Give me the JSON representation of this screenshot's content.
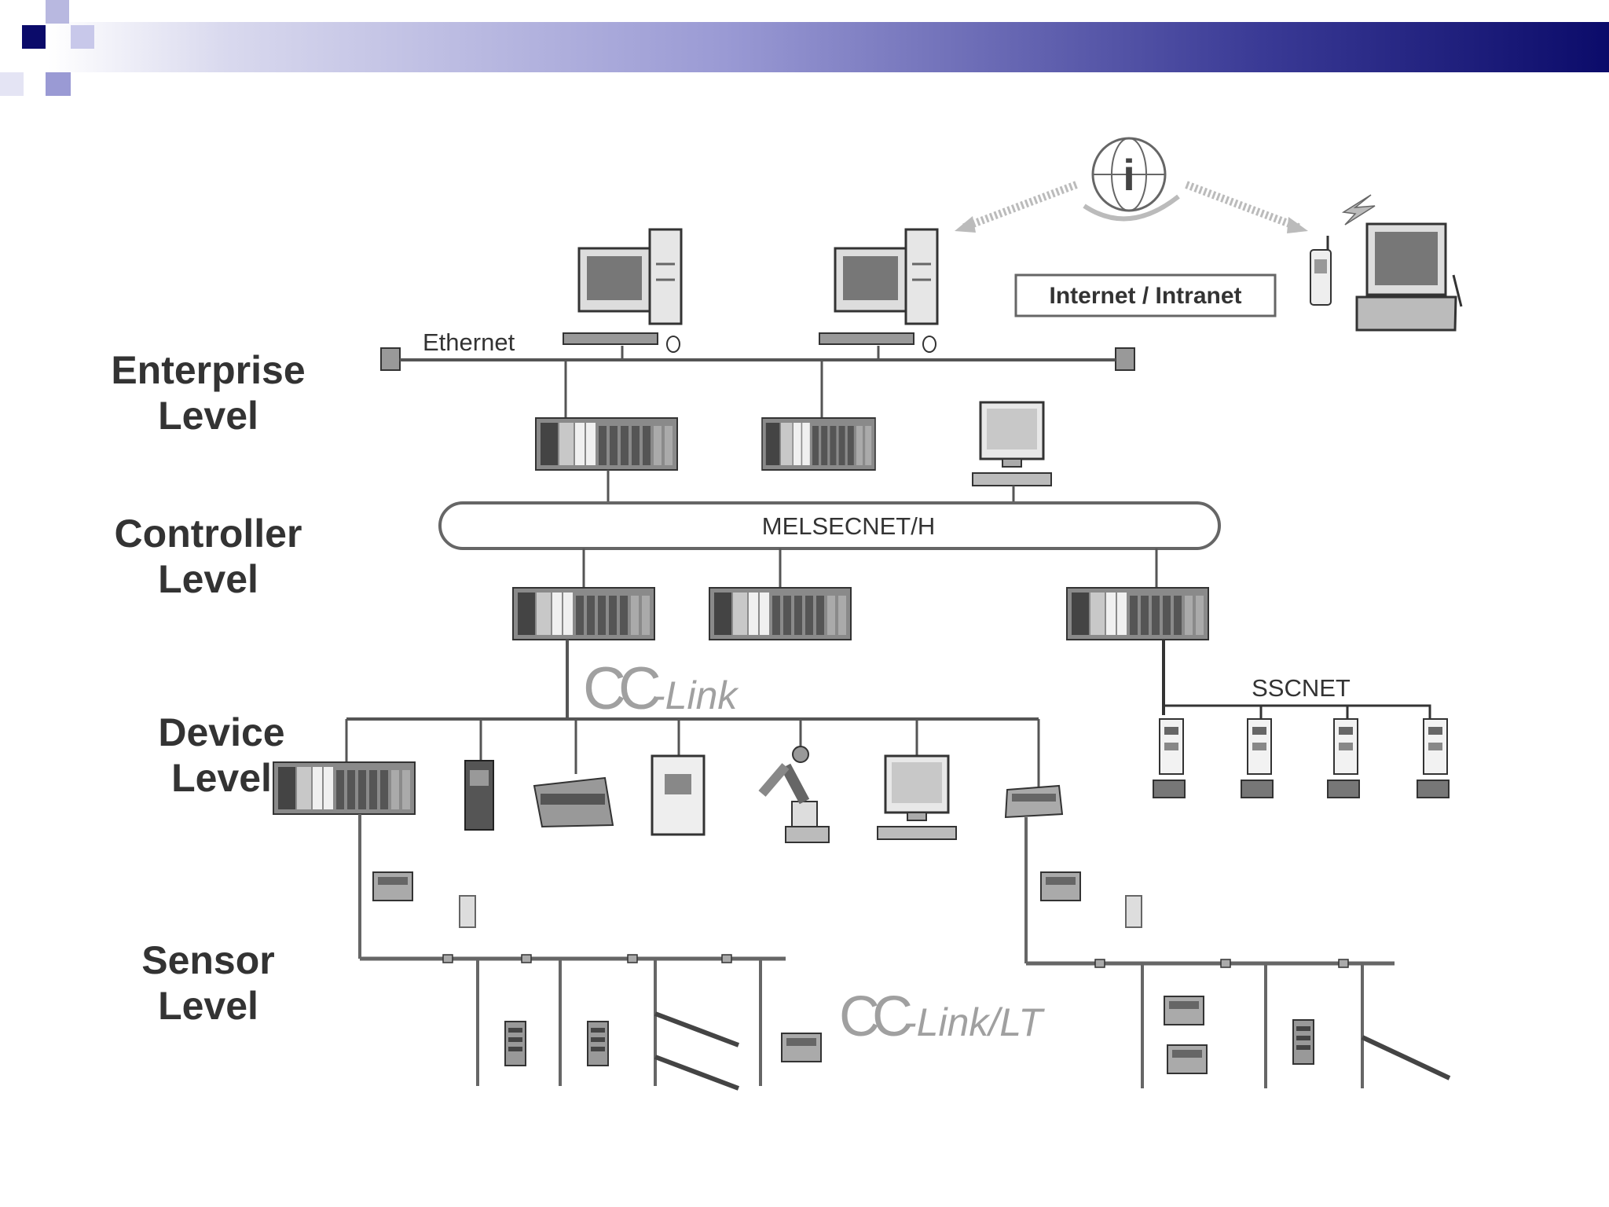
{
  "levels": {
    "enterprise": "Enterprise\nLevel",
    "controller": "Controller\nLevel",
    "device": "Device\nLevel",
    "sensor": "Sensor\nLevel"
  },
  "networks": {
    "ethernet": "Ethernet",
    "internet": "Internet / Intranet",
    "melsecnet": "MELSECNET/H",
    "cclink_main": "CC",
    "cclink_sub": "-Link",
    "sscnet": "SSCNET",
    "cclinklt_main": "CC",
    "cclinklt_sub": "-Link/LT"
  },
  "colors": {
    "header_dark": "#0b0b6a",
    "header_mid": "#9a9ad4",
    "line": "#555555",
    "device_fill": "#888888",
    "logo": "#9a9a9a"
  },
  "icons": [
    "globe-info-icon",
    "pc-icon",
    "laptop-icon",
    "phone-icon",
    "plc-icon",
    "monitor-icon",
    "robot-icon",
    "servo-icon",
    "sensor-icon"
  ]
}
